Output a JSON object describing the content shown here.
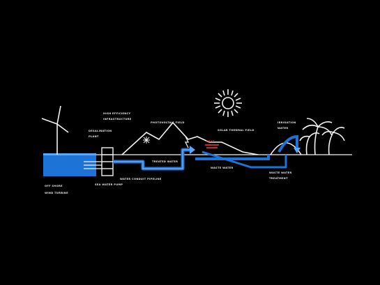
{
  "labels": {
    "offshore_1": "OFF SHORE",
    "offshore_2": "WIND TURBINE",
    "seawater_pump": "SEA WATER PUMP",
    "desal_1": "DESALINATION",
    "desal_2": "PLANT",
    "infra_1": "HIGH EFFICIENCY",
    "infra_2": "INFRASTRUCTURE",
    "pv_field": "PHOTOVOLTAIC FIELD",
    "solar_field": "SOLAR THERMAL FIELD",
    "irrigation_1": "IRRIGATION",
    "irrigation_2": "WATER",
    "water_canal": "WATER CONDUIT PIPELINE",
    "treated_water": "TREATED WATER",
    "waste_water": "WASTE WATER",
    "ww_treatment_1": "WASTE WATER",
    "ww_treatment_2": "TREATMENT",
    "heat": "HEAT"
  },
  "colors": {
    "background": "#000000",
    "line": "#f2f2f2",
    "water": "#1e73d6",
    "water_light": "#5aa8ff",
    "heat": "#ff3a3a"
  }
}
